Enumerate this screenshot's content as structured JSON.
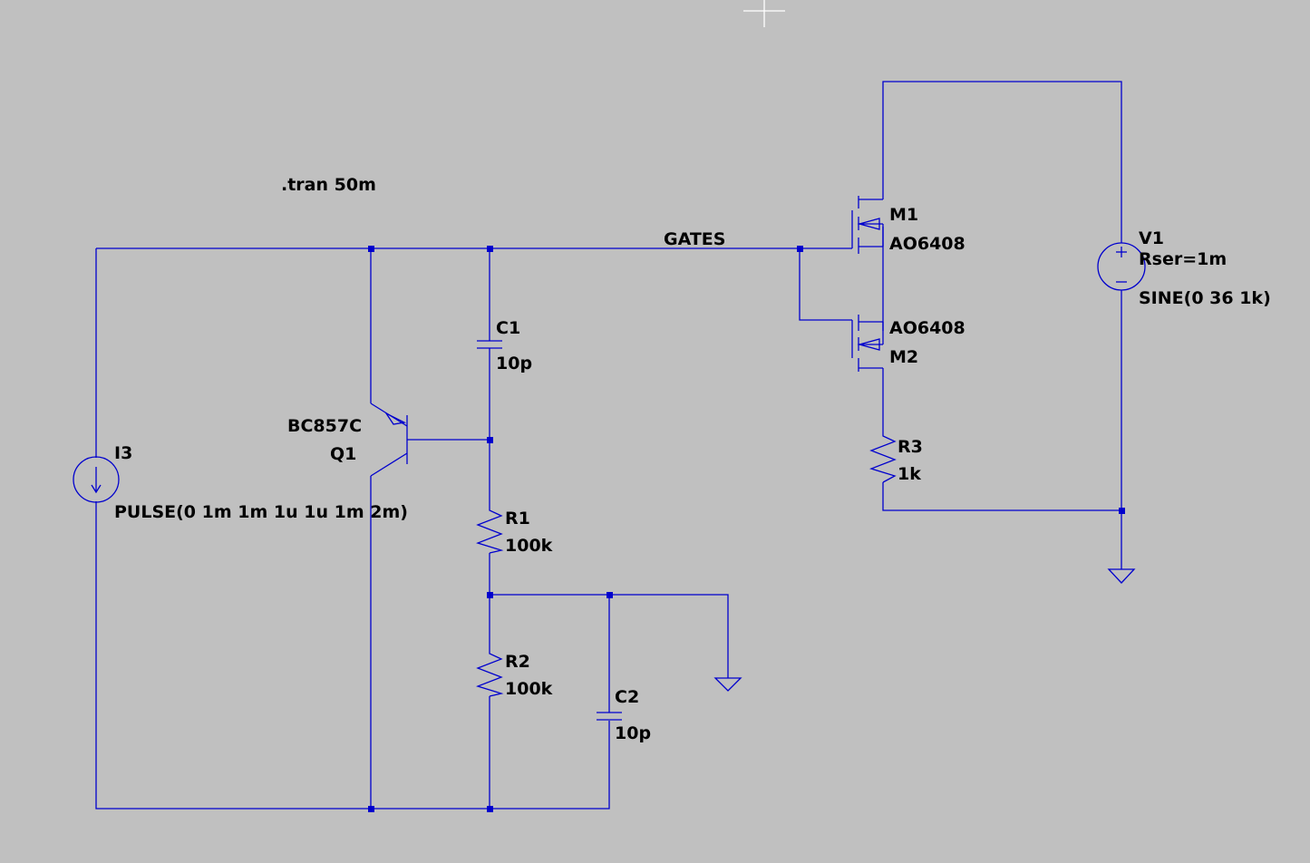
{
  "schematic": {
    "directive": ".tran 50m",
    "net_label": "GATES",
    "colors": {
      "background": "#c0c0c0",
      "wire": "#0000cd",
      "text": "#000000"
    },
    "components": {
      "M1": {
        "name": "M1",
        "model": "AO6408"
      },
      "M2": {
        "name": "M2",
        "model": "AO6408"
      },
      "V1": {
        "name": "V1",
        "param": "Rser=1m",
        "value": "SINE(0 36 1k)"
      },
      "R3": {
        "name": "R3",
        "value": "1k"
      },
      "C1": {
        "name": "C1",
        "value": "10p"
      },
      "Q1": {
        "name": "Q1",
        "model": "BC857C"
      },
      "I3": {
        "name": "I3",
        "value": "PULSE(0 1m 1m 1u 1u 1m 2m)"
      },
      "R1": {
        "name": "R1",
        "value": "100k"
      },
      "R2": {
        "name": "R2",
        "value": "100k"
      },
      "C2": {
        "name": "C2",
        "value": "10p"
      }
    }
  }
}
